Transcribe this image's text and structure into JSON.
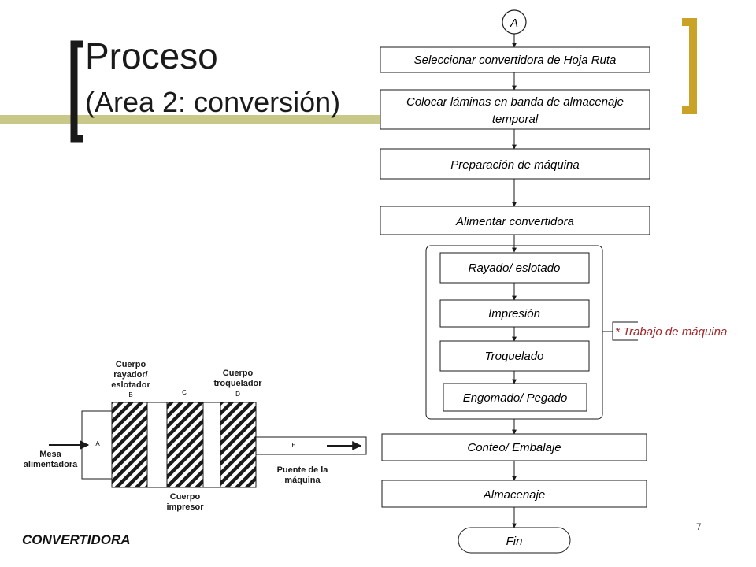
{
  "slide": {
    "title": "Proceso",
    "subtitle": "(Area 2: conversión)",
    "caption": "CONVERTIDORA",
    "page_number": "7"
  },
  "flowchart": {
    "start_connector": "A",
    "steps": [
      "Seleccionar convertidora de Hoja Ruta",
      "Colocar láminas en banda de almacenaje temporal",
      "Preparación de máquina",
      "Alimentar convertidora"
    ],
    "machine_steps": [
      "Rayado/ eslotado",
      "Impresión",
      "Troquelado",
      "Engomado/ Pegado"
    ],
    "machine_group_note": "* Trabajo de máquina",
    "post_steps": [
      "Conteo/ Embalaje",
      "Almacenaje"
    ],
    "end": "Fin"
  },
  "machine": {
    "label_A": "A",
    "label_B": "B",
    "label_C": "C",
    "label_D": "D",
    "label_E": "E",
    "feed_table": "Mesa alimentadora",
    "scoring_body": "Cuerpo rayador/ eslotador",
    "printing_body": "Cuerpo impresor",
    "die_cut_body": "Cuerpo troquelador",
    "bridge": "Puente de la máquina"
  },
  "colors": {
    "accent_olive": "#c8c889",
    "accent_gold": "#c9a227",
    "note_red": "#a0282a",
    "ink": "#1a1a1a"
  }
}
